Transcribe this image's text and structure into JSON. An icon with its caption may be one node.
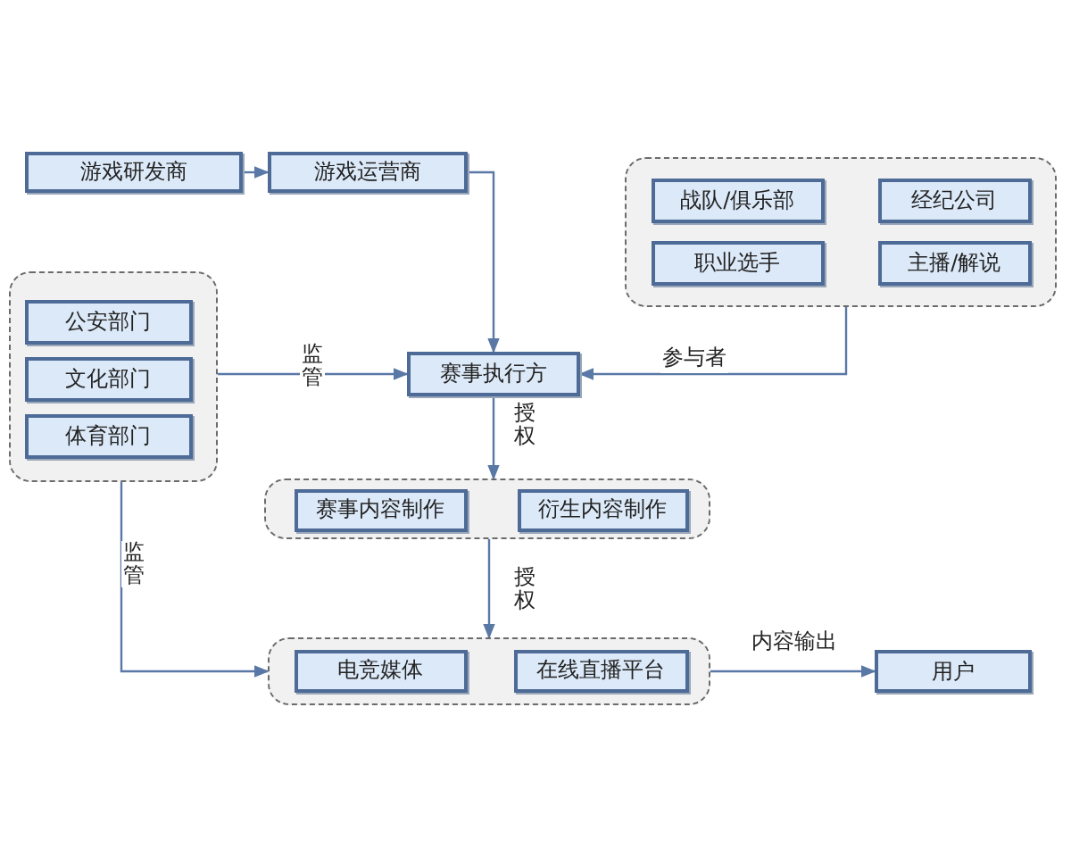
{
  "diagram": {
    "nodes": [
      {
        "text": [
          "游戏研发商"
        ]
      },
      {
        "text": [
          "游戏运营商"
        ]
      },
      {
        "text": [],
        "shape": "box"
      },
      {
        "text": [
          "战队/俱乐部"
        ],
        "in": 2
      },
      {
        "text": [
          "经纪公司"
        ],
        "in": 2
      },
      {
        "text": [
          "职业选手"
        ],
        "in": 2
      },
      {
        "text": [
          "主播/解说"
        ],
        "in": 2
      },
      {
        "text": [],
        "shape": "box"
      },
      {
        "text": [
          "公安部门"
        ],
        "in": 7
      },
      {
        "text": [
          "文化部门"
        ],
        "in": 7
      },
      {
        "text": [
          "体育部门"
        ],
        "in": 7
      },
      {
        "text": [
          "赛事执行方"
        ]
      },
      {
        "text": [],
        "shape": "box"
      },
      {
        "text": [
          "赛事内容制作"
        ],
        "in": 12
      },
      {
        "text": [
          "衍生内容制作"
        ],
        "in": 12
      },
      {
        "text": [],
        "shape": "box"
      },
      {
        "text": [
          "电竞媒体"
        ],
        "in": 15
      },
      {
        "text": [
          "在线直播平台"
        ],
        "in": 15
      },
      {
        "text": [
          "用户"
        ]
      }
    ],
    "edges": [
      {
        "from": 0,
        "to": 1,
        "arrow": "to"
      },
      {
        "from": 1,
        "to": 11,
        "arrow": "to"
      },
      {
        "from": 2,
        "to": 11,
        "arrow": "to",
        "label": "参与者"
      },
      {
        "from": 7,
        "to": 11,
        "arrow": "to",
        "label": "监管"
      },
      {
        "from": 7,
        "to": 15,
        "arrow": "to",
        "label": "监管"
      },
      {
        "from": 11,
        "to": 12,
        "arrow": "to",
        "label": "授权"
      },
      {
        "from": 12,
        "to": 15,
        "arrow": "to",
        "label": "授权"
      },
      {
        "from": 15,
        "to": 18,
        "arrow": "to",
        "label": "内容输出"
      }
    ]
  }
}
